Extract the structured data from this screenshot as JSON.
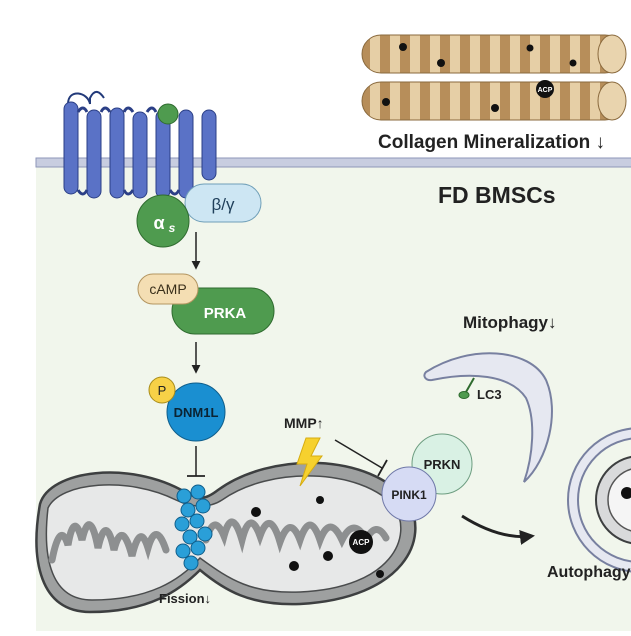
{
  "labels": {
    "g_alpha": "α",
    "g_alpha_sub": "s",
    "g_betagamma": "β/γ",
    "camp": "cAMP",
    "prka": "PRKA",
    "phos": "P",
    "dnm1l": "DNM1L",
    "mmp": "MMP↑",
    "acp": "ACP",
    "fission": "Fission↓",
    "pink1": "PINK1",
    "prkn": "PRKN",
    "lc3": "LC3",
    "mitophagy": "Mitophagy↓",
    "autophagy": "Autophagy",
    "cell_label": "FD BMSCs",
    "collagen": "Collagen Mineralization ↓"
  },
  "colors": {
    "membrane": "#8e96b8",
    "cytoplasm": "#f1f6ec",
    "gpcr": "#5a72c6",
    "green": "#4f9b4f",
    "camp_fill": "#f4deb3",
    "betagamma": "#cde6f3",
    "dnm1l": "#1a8fd1",
    "phos": "#f7d147",
    "beads": "#2a9fd8",
    "pink1": "#d6dbf4",
    "prkn": "#d9f1e4",
    "collagen": "#c59f6b",
    "bolt": "#f6d12e"
  }
}
